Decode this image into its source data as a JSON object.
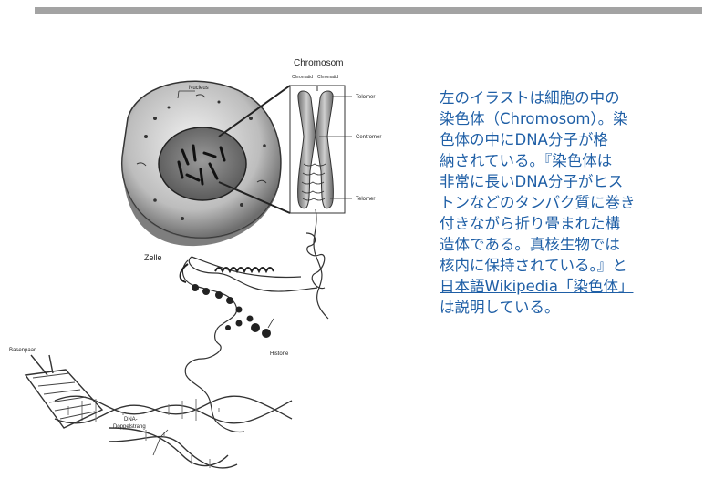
{
  "diagram": {
    "labels": {
      "chromosom": "Chromosom",
      "chromatid_left": "Chromatid",
      "chromatid_right": "Chromatid",
      "nucleus": "Nucleus",
      "telomer_top": "Telomer",
      "centromer": "Centromer",
      "telomer_bottom": "Telomer",
      "zelle": "Zelle",
      "histone": "Histone",
      "basenpaar": "Basenpaar",
      "dna_line1": "DNA-",
      "dna_line2": "Doppelstrang"
    }
  },
  "description": {
    "lines": [
      "左のイラストは細胞の中の",
      "染色体（Chromosom）。染",
      "色体の中にDNA分子が格",
      "納されている。『染色体は",
      "非常に長いDNA分子がヒス",
      "トンなどのタンパク質に巻き",
      "付きながら折り畳まれた構",
      "造体である。真核生物では",
      "核内に保持されている。』と"
    ],
    "link_text": "日本語Wikipedia「染色体」",
    "last_line": "は説明している。"
  }
}
